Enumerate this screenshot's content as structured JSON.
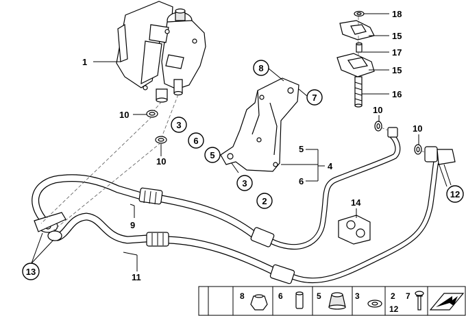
{
  "callouts": {
    "c1": "1",
    "c18": "18",
    "c15a": "15",
    "c17": "17",
    "c15b": "15",
    "c16": "16",
    "c8": "8",
    "c7": "7",
    "c10a": "10",
    "c10b": "10",
    "c10c": "10",
    "c10d": "10",
    "c3a": "3",
    "c6": "6",
    "c5": "5",
    "c3b": "3",
    "c2": "2",
    "c5r": "5",
    "c4": "4",
    "c6r": "6",
    "c14": "14",
    "c12": "12",
    "c9": "9",
    "c11": "11",
    "c13": "13"
  },
  "legend": {
    "l8": "8",
    "l6": "6",
    "l5": "5",
    "l3": "3",
    "l2": "2",
    "l12": "12",
    "l7": "7"
  }
}
